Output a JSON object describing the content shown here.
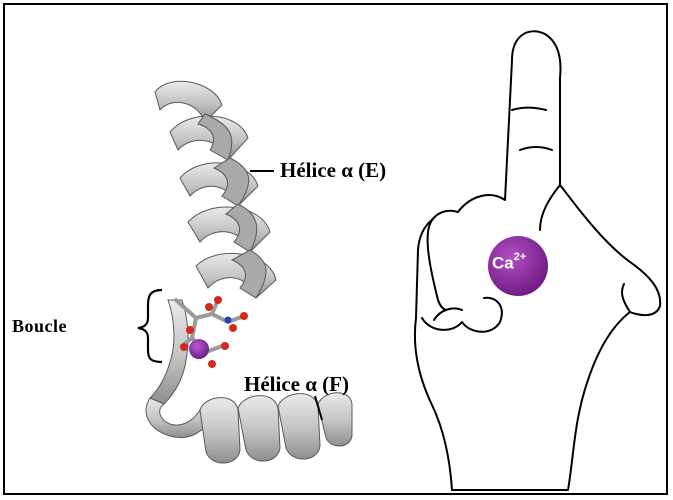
{
  "labels": {
    "helix_e": "Hélice α (E)",
    "helix_f": "Hélice α (F)",
    "loop": "Boucle",
    "ion_symbol": "Ca",
    "ion_charge": "2+"
  },
  "colors": {
    "ribbon": "#c4c4c4",
    "ribbon_shadow": "#8a8a8a",
    "calcium_ion": "#8a2a9c",
    "oxygen": "#d42a1e",
    "nitrogen": "#2b3fb8",
    "outline": "#000000"
  }
}
